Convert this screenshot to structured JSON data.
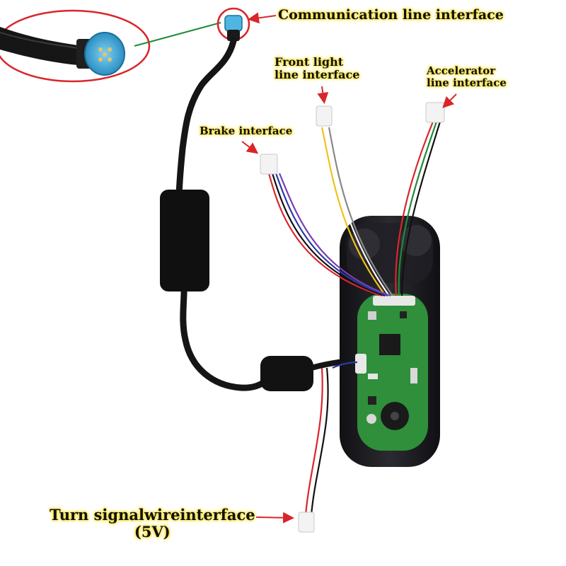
{
  "labels": {
    "communication": "Communication line interface",
    "front_light_1": "Front light",
    "front_light_2": "line interface",
    "accelerator_1": "Accelerator",
    "accelerator_2": "line interface",
    "brake": "Brake interface",
    "turn_1": "Turn signalwireinterface",
    "turn_2": "(5V)"
  },
  "colors": {
    "label_glow": "#f7e34a",
    "arrow": "#d9262b",
    "callout_ring": "#d9262b",
    "callout_line": "#1f8a3a",
    "connector_blue": "#4fb6e3",
    "cable": "#151515",
    "pcb": "#2f8f3a",
    "housing": "#1b1b1f"
  },
  "icons": [
    "connector-plug-icon",
    "jst-plug-icon",
    "buzzer-icon"
  ]
}
